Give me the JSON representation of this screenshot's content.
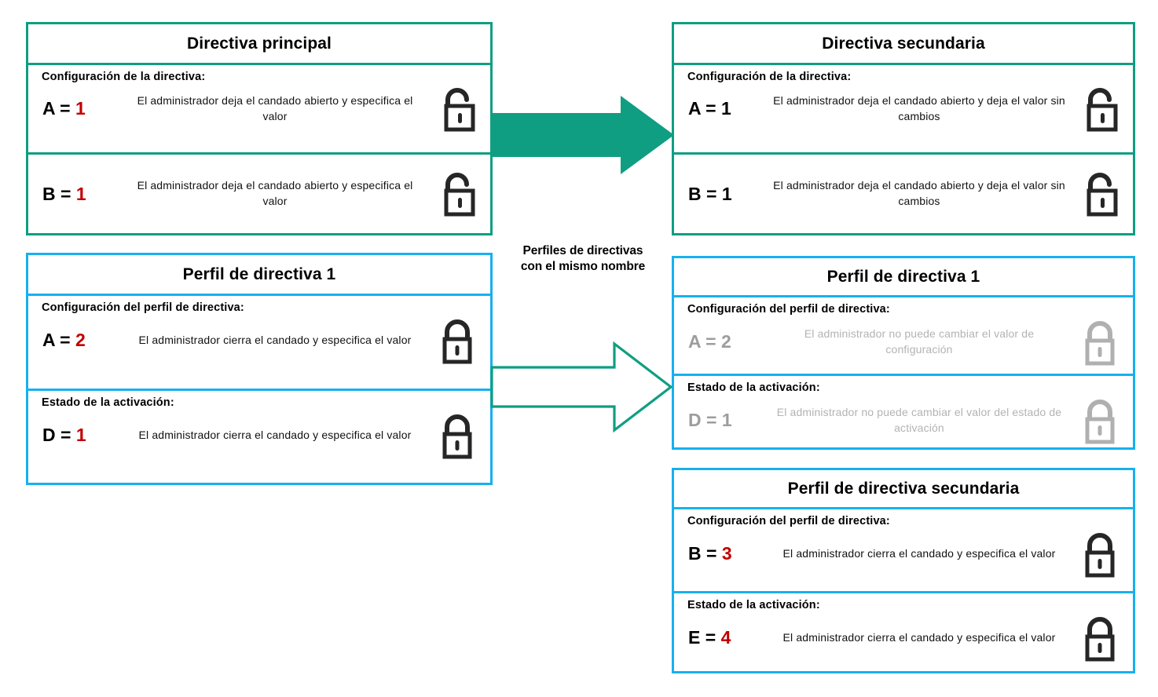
{
  "colors": {
    "teal": "#0f9e82",
    "blue": "#17b0ef",
    "red_value": "#c00000",
    "disabled_text": "#b3b3b3",
    "disabled_key": "#9d9d9d",
    "lock_dark": "#262626",
    "lock_grey": "#b0b0b0",
    "background": "#ffffff"
  },
  "center_label": {
    "line1": "Perfiles de directivas",
    "line2": "con el mismo nombre"
  },
  "panels": {
    "parent_policy": {
      "title": "Directiva principal",
      "accent": "teal",
      "rows": [
        {
          "heading": "Configuración  de la directiva:",
          "key": "A = ",
          "value": "1",
          "value_color": "red",
          "description": "El administrador  deja  el candado  abierto  y especifica  el valor",
          "lock": "lock-open-icon",
          "lock_state": "open"
        },
        {
          "heading": "",
          "key": "B = ",
          "value": "1",
          "value_color": "red",
          "description": "El administrador  deja  el candado  abierto  y especifica  el valor",
          "lock": "lock-open-icon",
          "lock_state": "open"
        }
      ]
    },
    "child_policy": {
      "title": "Directiva secundaria",
      "accent": "teal",
      "rows": [
        {
          "heading": "Configuración  de la directiva:",
          "key": "A = ",
          "value": "1",
          "value_color": "black",
          "description": "El administrador  deja  el candado  abierto  y deja  el valor  sin cambios",
          "lock": "lock-open-icon",
          "lock_state": "open"
        },
        {
          "heading": "",
          "key": "B = ",
          "value": "1",
          "value_color": "black",
          "description": "El administrador  deja  el candado  abierto  y deja  el valor  sin cambios",
          "lock": "lock-open-icon",
          "lock_state": "open"
        }
      ]
    },
    "policy_profile_1_left": {
      "title": "Perfil de directiva 1",
      "accent": "blue",
      "rows": [
        {
          "heading": "Configuración  del perfil  de directiva:",
          "key": "A = ",
          "value": "2",
          "value_color": "red",
          "description": "El administrador  cierra el candado  y especifica el valor",
          "lock": "lock-closed-icon",
          "lock_state": "closed"
        },
        {
          "heading": "Estado  de la activación:",
          "key": "D = ",
          "value": "1",
          "value_color": "red",
          "description": "El administrador  cierra el candado  y especifica el valor",
          "lock": "lock-closed-icon",
          "lock_state": "closed"
        }
      ]
    },
    "policy_profile_1_right": {
      "title": "Perfil de directiva 1",
      "accent": "blue",
      "disabled": true,
      "rows": [
        {
          "heading": "Configuración  del perfil  de directiva:",
          "key": "A = ",
          "value": "2",
          "value_color": "grey",
          "description": "El administrador  no puede  cambiar  el valor  de configuración",
          "lock": "lock-closed-icon",
          "lock_state": "closed-disabled"
        },
        {
          "heading": "Estado  de la activación:",
          "key": "D = ",
          "value": "1",
          "value_color": "grey",
          "description": "El administrador  no puede  cambiar  el valor del estado  de activación",
          "lock": "lock-closed-icon",
          "lock_state": "closed-disabled"
        }
      ]
    },
    "child_policy_profile": {
      "title": "Perfil de directiva secundaria",
      "accent": "blue",
      "rows": [
        {
          "heading": "Configuración  del perfil  de directiva:",
          "key": "B = ",
          "value": "3",
          "value_color": "red",
          "description": "El administrador  cierra el candado  y especifica el valor",
          "lock": "lock-closed-icon",
          "lock_state": "closed"
        },
        {
          "heading": "Estado  de la activación:",
          "key": "E = ",
          "value": "4",
          "value_color": "red",
          "description": "El administrador  cierra el candado  y especifica el valor",
          "lock": "lock-closed-icon",
          "lock_state": "closed"
        }
      ]
    }
  },
  "arrows": [
    {
      "name": "arrow-inherit-policy-settings",
      "style": "filled"
    },
    {
      "name": "arrow-inherit-profile-settings",
      "style": "outlined"
    }
  ]
}
